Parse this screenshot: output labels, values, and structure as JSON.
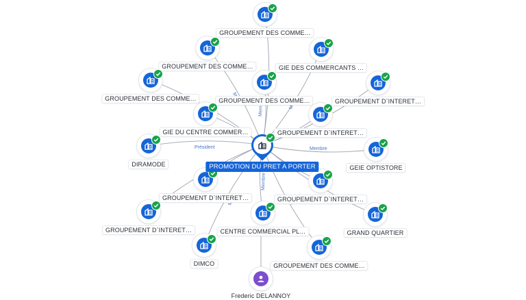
{
  "center": {
    "label": "PROMOTION DU PRET A PORTER",
    "icon": "building-icon"
  },
  "colors": {
    "node": "#1565d8",
    "check": "#17a34a",
    "person": "#7c4dcc",
    "edge": "#9aa3ae",
    "edge_label": "#4a73c8"
  },
  "nodes": [
    {
      "id": "n1",
      "label": "GROUPEMENT DES COMME…",
      "icon": "building-icon",
      "verified": true
    },
    {
      "id": "n2",
      "label": "GROUPEMENT DES COMME…",
      "icon": "building-icon",
      "verified": true
    },
    {
      "id": "n3",
      "label": "GIE DES COMMERCANTS …",
      "icon": "building-icon",
      "verified": true
    },
    {
      "id": "n4",
      "label": "GROUPEMENT DES COMME…",
      "icon": "building-icon",
      "verified": true
    },
    {
      "id": "n5",
      "label": "GROUPEMENT DES COMME…",
      "icon": "building-icon",
      "verified": true
    },
    {
      "id": "n6",
      "label": "GROUPEMENT D`INTERET…",
      "icon": "building-icon",
      "verified": true
    },
    {
      "id": "n7",
      "label": "GIE DU CENTRE COMMER…",
      "icon": "building-icon",
      "verified": true
    },
    {
      "id": "n8",
      "label": "GROUPEMENT D`INTERET…",
      "icon": "building-icon",
      "verified": true
    },
    {
      "id": "n9",
      "label": "DIRAMODE",
      "icon": "building-icon",
      "verified": true
    },
    {
      "id": "n10",
      "label": "GEIE OPTISTORE",
      "icon": "building-icon",
      "verified": true
    },
    {
      "id": "n11",
      "label": "GROUPEMENT D`INTERET…",
      "icon": "building-icon",
      "verified": true
    },
    {
      "id": "n12",
      "label": "GROUPEMENT D`INTERET…",
      "icon": "building-icon",
      "verified": true
    },
    {
      "id": "n13",
      "label": "GROUPEMENT D`INTERET…",
      "icon": "building-icon",
      "verified": true
    },
    {
      "id": "n14",
      "label": "CENTRE COMMERCIAL PL…",
      "icon": "building-icon",
      "verified": true
    },
    {
      "id": "n15",
      "label": "GRAND QUARTIER",
      "icon": "building-icon",
      "verified": true
    },
    {
      "id": "n16",
      "label": "DIMCO",
      "icon": "building-icon",
      "verified": true
    },
    {
      "id": "n17",
      "label": "GROUPEMENT DES COMME…",
      "icon": "building-icon",
      "verified": true
    },
    {
      "id": "p1",
      "label": "Frederic DELANNOY",
      "icon": "person-icon",
      "verified": false
    }
  ],
  "edge_labels": {
    "president": "Président",
    "membre": "Membre",
    "membre_short": "Me",
    "membre_abbr": "Membre"
  }
}
